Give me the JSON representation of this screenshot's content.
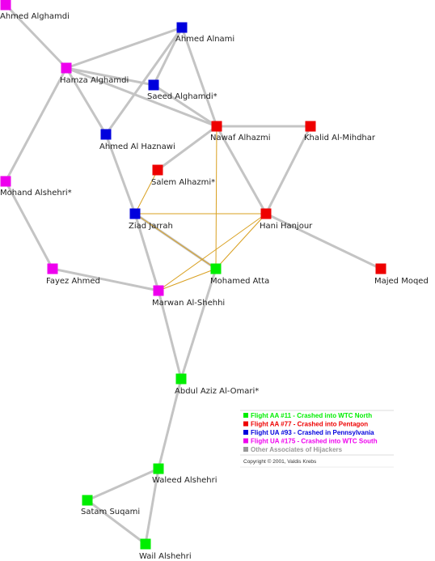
{
  "colors": {
    "aa11": "#00ee00",
    "aa77": "#ee0000",
    "ua93": "#0000dd",
    "ua175": "#ee00ee",
    "associate": "#999999",
    "link": "#c4c4c4",
    "strong_link": "#d9a020"
  },
  "nodes": [
    {
      "id": "ahmed_alghamdi",
      "label": "Ahmed Alghamdi",
      "group": "ua175"
    },
    {
      "id": "ahmed_alnami",
      "label": "Ahmed Alnami",
      "group": "ua93"
    },
    {
      "id": "hamza_alghamdi",
      "label": "Hamza Alghamdi",
      "group": "ua175"
    },
    {
      "id": "saeed_alghamdi",
      "label": "Saeed Alghamdi*",
      "group": "ua93"
    },
    {
      "id": "nawaf_alhazmi",
      "label": "Nawaf Alhazmi",
      "group": "aa77"
    },
    {
      "id": "khalid_almihdhar",
      "label": "Khalid Al-Mihdhar",
      "group": "aa77"
    },
    {
      "id": "ahmed_alhaznawi",
      "label": "Ahmed Al Haznawi",
      "group": "ua93"
    },
    {
      "id": "salem_alhazmi",
      "label": "Salem Alhazmi*",
      "group": "aa77"
    },
    {
      "id": "mohand_alshehri",
      "label": "Mohand Alshehri*",
      "group": "ua175"
    },
    {
      "id": "ziad_jarrah",
      "label": "Ziad Jarrah",
      "group": "ua93"
    },
    {
      "id": "hani_hanjour",
      "label": "Hani Hanjour",
      "group": "aa77"
    },
    {
      "id": "fayez_ahmed",
      "label": "Fayez Ahmed",
      "group": "ua175"
    },
    {
      "id": "mohamed_atta",
      "label": "Mohamed Atta",
      "group": "aa11"
    },
    {
      "id": "majed_moqed",
      "label": "Majed Moqed",
      "group": "aa77"
    },
    {
      "id": "marwan_alshehhi",
      "label": "Marwan Al-Shehhi",
      "group": "ua175"
    },
    {
      "id": "abdul_aziz_alomari",
      "label": "Abdul Aziz Al-Omari*",
      "group": "aa11"
    },
    {
      "id": "waleed_alshehri",
      "label": "Waleed Alshehri",
      "group": "aa11"
    },
    {
      "id": "satam_suqami",
      "label": "Satam Suqami",
      "group": "aa11"
    },
    {
      "id": "wail_alshehri",
      "label": "Wail Alshehri",
      "group": "aa11"
    }
  ],
  "edges": [
    {
      "source": "ahmed_alghamdi",
      "target": "hamza_alghamdi",
      "strong": false
    },
    {
      "source": "hamza_alghamdi",
      "target": "ahmed_alnami",
      "strong": false
    },
    {
      "source": "hamza_alghamdi",
      "target": "saeed_alghamdi",
      "strong": false
    },
    {
      "source": "hamza_alghamdi",
      "target": "ahmed_alhaznawi",
      "strong": false
    },
    {
      "source": "hamza_alghamdi",
      "target": "nawaf_alhazmi",
      "strong": false
    },
    {
      "source": "hamza_alghamdi",
      "target": "mohand_alshehri",
      "strong": false
    },
    {
      "source": "ahmed_alnami",
      "target": "saeed_alghamdi",
      "strong": false
    },
    {
      "source": "ahmed_alnami",
      "target": "nawaf_alhazmi",
      "strong": false
    },
    {
      "source": "ahmed_alnami",
      "target": "ahmed_alhaznawi",
      "strong": false
    },
    {
      "source": "saeed_alghamdi",
      "target": "nawaf_alhazmi",
      "strong": false
    },
    {
      "source": "nawaf_alhazmi",
      "target": "khalid_almihdhar",
      "strong": false
    },
    {
      "source": "nawaf_alhazmi",
      "target": "salem_alhazmi",
      "strong": false
    },
    {
      "source": "nawaf_alhazmi",
      "target": "hani_hanjour",
      "strong": false
    },
    {
      "source": "khalid_almihdhar",
      "target": "hani_hanjour",
      "strong": false
    },
    {
      "source": "ahmed_alhaznawi",
      "target": "ziad_jarrah",
      "strong": false
    },
    {
      "source": "mohand_alshehri",
      "target": "fayez_ahmed",
      "strong": false
    },
    {
      "source": "ziad_jarrah",
      "target": "marwan_alshehhi",
      "strong": false
    },
    {
      "source": "ziad_jarrah",
      "target": "mohamed_atta",
      "strong": false
    },
    {
      "source": "hani_hanjour",
      "target": "majed_moqed",
      "strong": false
    },
    {
      "source": "fayez_ahmed",
      "target": "marwan_alshehhi",
      "strong": false
    },
    {
      "source": "marwan_alshehhi",
      "target": "abdul_aziz_alomari",
      "strong": false
    },
    {
      "source": "mohamed_atta",
      "target": "abdul_aziz_alomari",
      "strong": false
    },
    {
      "source": "abdul_aziz_alomari",
      "target": "waleed_alshehri",
      "strong": false
    },
    {
      "source": "waleed_alshehri",
      "target": "satam_suqami",
      "strong": false
    },
    {
      "source": "waleed_alshehri",
      "target": "wail_alshehri",
      "strong": false
    },
    {
      "source": "satam_suqami",
      "target": "wail_alshehri",
      "strong": false
    },
    {
      "source": "nawaf_alhazmi",
      "target": "mohamed_atta",
      "strong": true
    },
    {
      "source": "ziad_jarrah",
      "target": "hani_hanjour",
      "strong": true
    },
    {
      "source": "ziad_jarrah",
      "target": "salem_alhazmi",
      "strong": true
    },
    {
      "source": "ziad_jarrah",
      "target": "mohamed_atta",
      "strong": true
    },
    {
      "source": "hani_hanjour",
      "target": "mohamed_atta",
      "strong": true
    },
    {
      "source": "hani_hanjour",
      "target": "marwan_alshehhi",
      "strong": true
    },
    {
      "source": "mohamed_atta",
      "target": "marwan_alshehhi",
      "strong": true
    }
  ],
  "legend": {
    "items": [
      {
        "label": "Flight AA #11 - Crashed into WTC North",
        "group": "aa11"
      },
      {
        "label": "Flight AA #77 - Crashed into Pentagon",
        "group": "aa77"
      },
      {
        "label": "Flight UA #93 - Crashed in Pennsylvania",
        "group": "ua93"
      },
      {
        "label": "Flight UA #175 - Crashed into WTC South",
        "group": "ua175"
      },
      {
        "label": "Other Associates of Hijackers",
        "group": "associate"
      }
    ],
    "copyright": "Copyright © 2001, Valdis Krebs"
  }
}
